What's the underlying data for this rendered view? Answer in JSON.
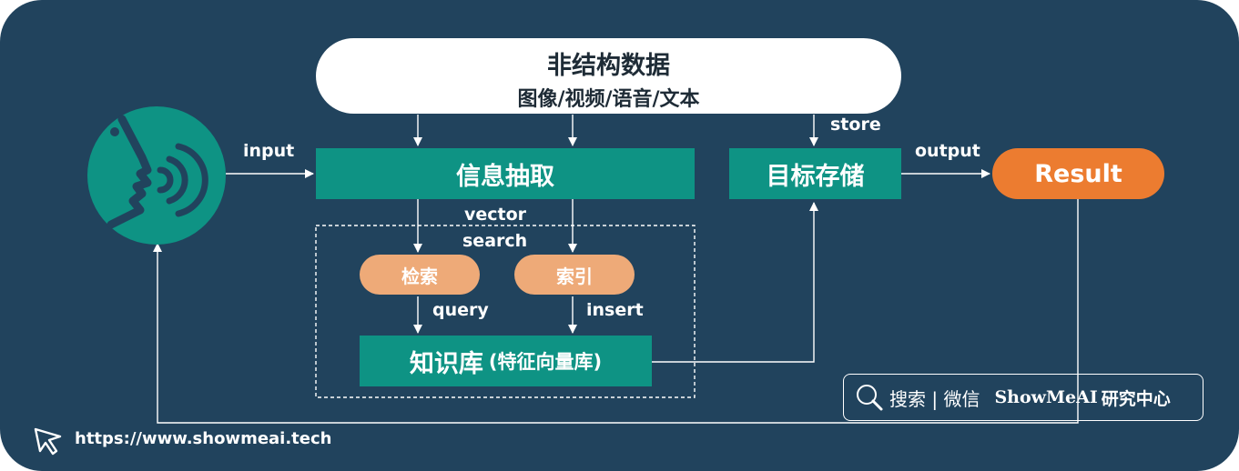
{
  "source": {
    "title": "非结构数据",
    "subtitle": "图像/视频/语音/文本"
  },
  "nodes": {
    "extract": "信息抽取",
    "storage": "目标存储",
    "result": "Result",
    "retrieve": "检索",
    "index": "索引",
    "kb_main": "知识库",
    "kb_sub": "(特征向量库)"
  },
  "edges": {
    "input": "input",
    "output": "output",
    "store": "store",
    "vector": "vector",
    "search": "search",
    "query": "query",
    "insert": "insert"
  },
  "watermark": {
    "search_label": "搜索 | 微信",
    "brand": "ShowMeAI",
    "brand_suffix": "研究中心"
  },
  "footer": {
    "url": "https://www.showmeai.tech"
  },
  "icons": [
    "speaking-head-icon",
    "search-icon",
    "cursor-icon"
  ],
  "colors": {
    "background": "#21435d",
    "teal": "#0e9384",
    "peach": "#eeaa78",
    "result": "#ec7c30"
  }
}
